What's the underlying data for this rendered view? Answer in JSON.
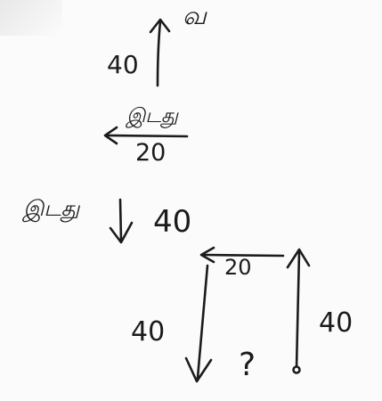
{
  "diagram": {
    "top_label": "வ",
    "moves": [
      {
        "distance": "40",
        "label": ""
      },
      {
        "distance": "20",
        "label": "இடது"
      },
      {
        "distance": "40",
        "label": "இடது"
      },
      {
        "distance": "20",
        "label": ""
      },
      {
        "distance": "40",
        "label": ""
      },
      {
        "distance": "40",
        "label": ""
      }
    ],
    "unknown": "?"
  }
}
